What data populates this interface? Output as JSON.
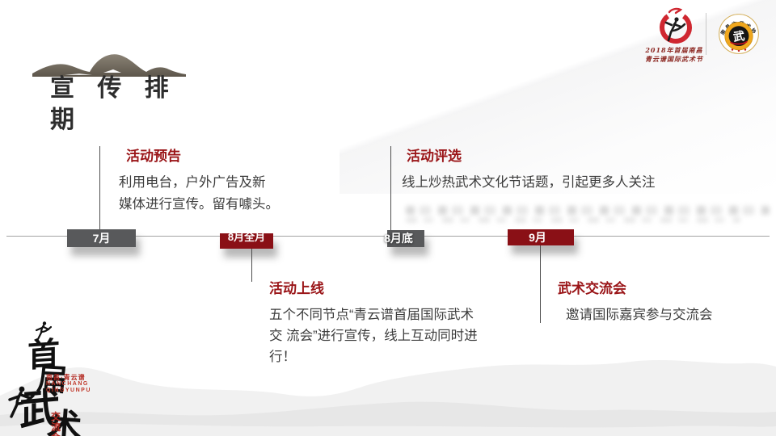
{
  "slide": {
    "title_lines": [
      "宣 传 排",
      "期"
    ]
  },
  "header": {
    "festival_logo": {
      "caption_line1": "2018年首届南昌",
      "caption_line2": "青云谱国际武术节"
    },
    "association_badge": {
      "ring_text": "南昌市武术协会",
      "center_glyph": "武"
    }
  },
  "timeline": {
    "milestones": [
      {
        "label": "7月",
        "variant": "gray",
        "annotation": {
          "heading": "活动预告",
          "body_lines": [
            "利用电台，户外广告及新",
            "媒体进行宣传。留有噱头。"
          ]
        }
      },
      {
        "label": "8月全月",
        "variant": "red",
        "annotation": {
          "heading": "活动上线",
          "body_lines": [
            "五个不同节点“青云谱首届国际武术",
            "交 流会”进行宣传，线上互动同时进",
            "行！"
          ]
        }
      },
      {
        "label": "8月底",
        "variant": "gray",
        "annotation": {
          "heading": "活动评选",
          "body_lines": [
            "线上炒热武术文化节话题，引起更多人关注"
          ]
        }
      },
      {
        "label": "9月",
        "variant": "red",
        "annotation": {
          "heading": "武术交流会",
          "body_lines": [
            "邀请国际嘉宾参与交流会"
          ]
        }
      }
    ]
  },
  "footer_logo": {
    "calligraphy_chars": [
      "首",
      "届",
      "武",
      "术"
    ],
    "caption_cn": "南昌·青云谱",
    "caption_en_line1": "NANCHANG",
    "caption_en_line2": "QINGYUNPU",
    "red_vertical_chars": [
      "交",
      "流",
      "会"
    ]
  },
  "colors": {
    "accent_red": "#8a1016",
    "heading_red": "#9a1518",
    "box_gray": "#58595b"
  }
}
